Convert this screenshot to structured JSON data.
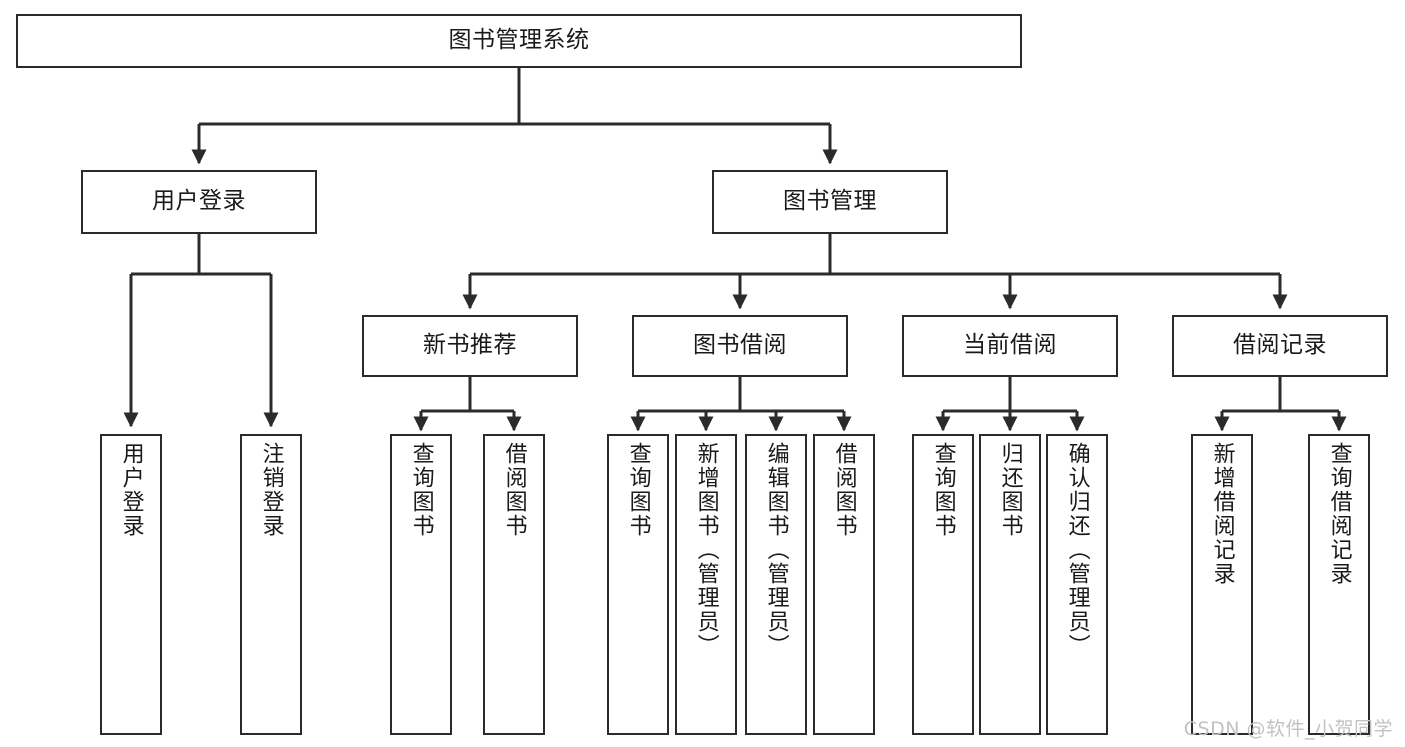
{
  "diagram": {
    "title": "图书管理系统",
    "type": "tree-hierarchy-diagram",
    "root": {
      "label": "图书管理系统"
    },
    "level2": [
      {
        "label": "用户登录"
      },
      {
        "label": "图书管理"
      }
    ],
    "level3": [
      {
        "label": "新书推荐"
      },
      {
        "label": "图书借阅"
      },
      {
        "label": "当前借阅"
      },
      {
        "label": "借阅记录"
      }
    ],
    "leaves": {
      "user_login": [
        {
          "label": "用户登录"
        },
        {
          "label": "注销登录"
        }
      ],
      "new_book_recommend": [
        {
          "label": "查询图书"
        },
        {
          "label": "借阅图书"
        }
      ],
      "book_borrow": [
        {
          "label": "查询图书"
        },
        {
          "label": "新增图书（管理员）"
        },
        {
          "label": "编辑图书（管理员）"
        },
        {
          "label": "借阅图书"
        }
      ],
      "current_borrow": [
        {
          "label": "查询图书"
        },
        {
          "label": "归还图书"
        },
        {
          "label": "确认归还（管理员）"
        }
      ],
      "borrow_records": [
        {
          "label": "新增借阅记录"
        },
        {
          "label": "查询借阅记录"
        }
      ]
    },
    "watermark": "CSDN @软件_小贺同学",
    "colors": {
      "stroke": "#2b2b2b",
      "fill": "#ffffff",
      "text": "#1a1a1a",
      "watermark": "#c2c2c2"
    }
  }
}
